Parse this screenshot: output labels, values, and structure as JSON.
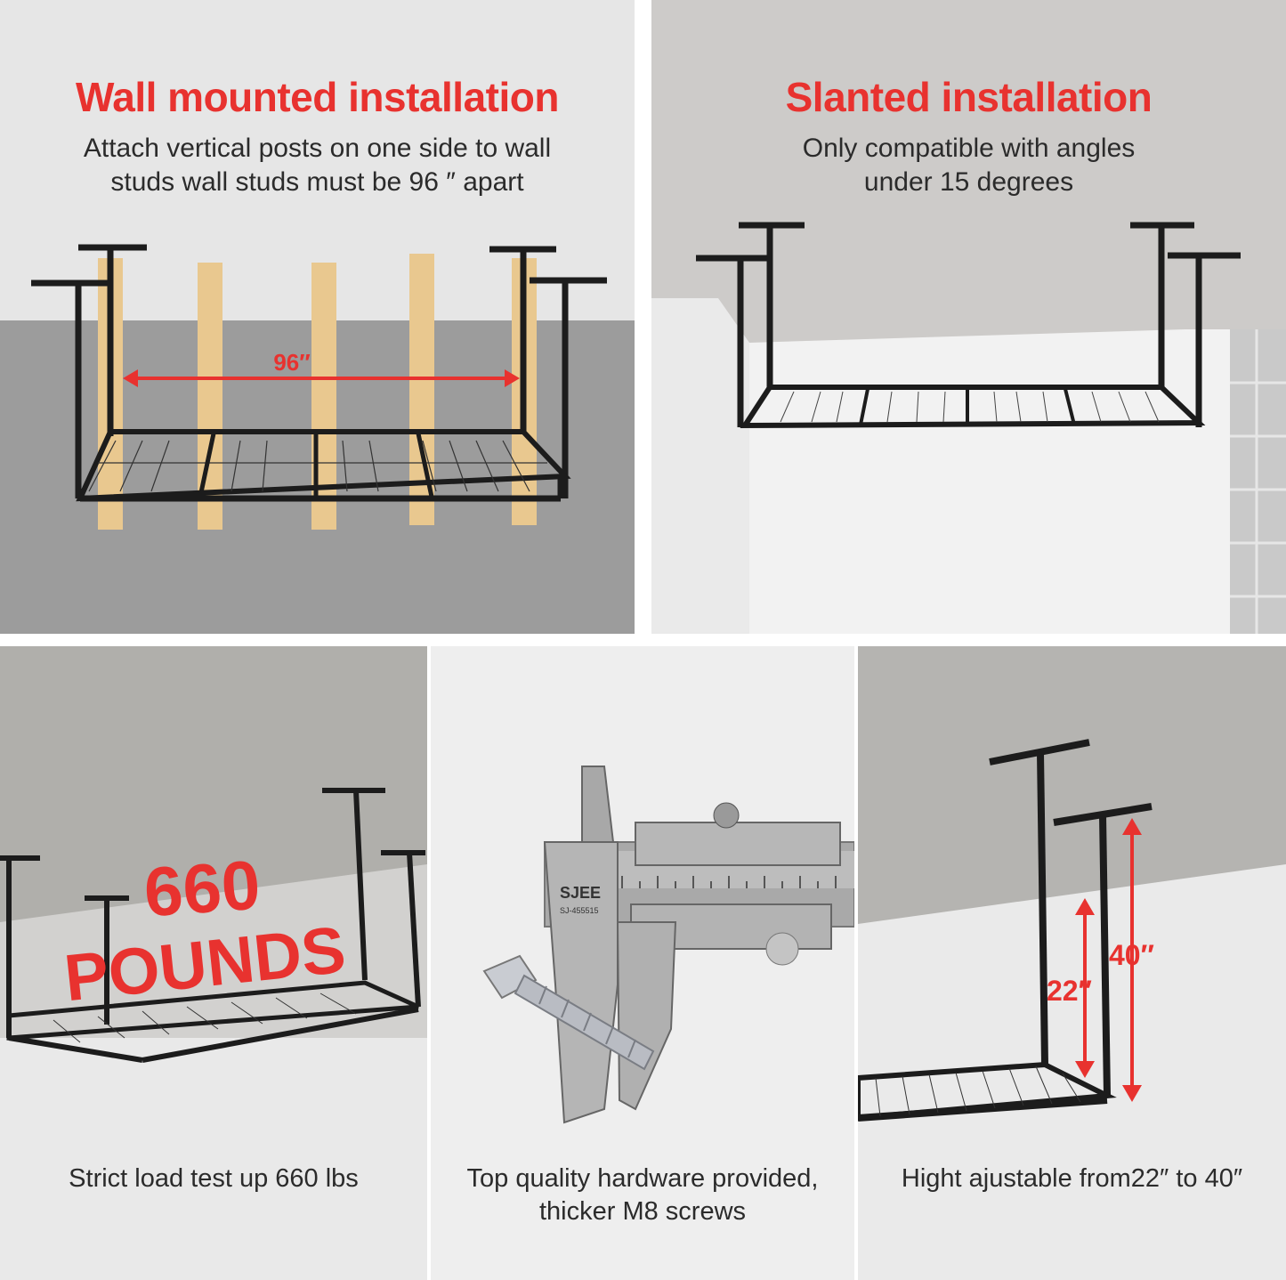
{
  "panels": {
    "wall": {
      "title": "Wall mounted installation",
      "subtitle_line1": "Attach vertical posts on one side to wall",
      "subtitle_line2": "studs wall studs must be 96 ″ apart",
      "dimension_label": "96″"
    },
    "slanted": {
      "title": "Slanted installation",
      "subtitle_line1": "Only compatible with angles",
      "subtitle_line2": "under 15 degrees"
    },
    "load": {
      "overlay_line1": "660",
      "overlay_line2": "POUNDS",
      "caption": "Strict load test up 660 lbs"
    },
    "hardware": {
      "brand_mark": "SJEE",
      "model_mark": "SJ-455515",
      "caption_line1": "Top quality hardware provided,",
      "caption_line2": "thicker M8 screws"
    },
    "height": {
      "label_short": "22″",
      "label_tall": "40″",
      "caption": "Hight ajustable from22″ to 40″"
    }
  },
  "colors": {
    "accent_red": "#e8322f",
    "rack_black": "#1c1c1c",
    "stud_wood": "#e9c88f"
  }
}
